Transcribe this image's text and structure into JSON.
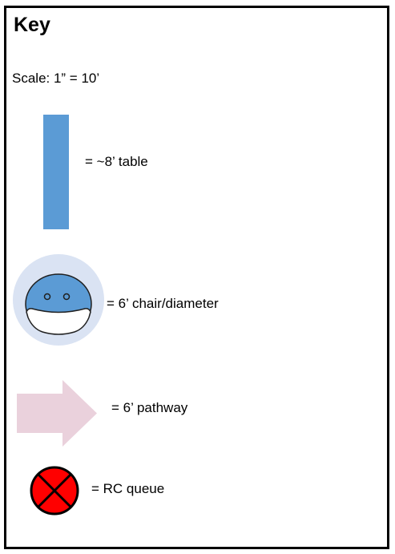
{
  "key": {
    "title": "Key",
    "scale": "Scale: 1” = 10’",
    "items": [
      {
        "symbol": "table-bar",
        "label": "=  ~8’ table",
        "color": "#5b9bd5"
      },
      {
        "symbol": "masked-face-chair",
        "label": "= 6’ chair/diameter",
        "colors": {
          "halo": "#dae3f3",
          "face": "#5b9bd5",
          "mask": "#ffffff"
        }
      },
      {
        "symbol": "arrow",
        "label": "= 6’ pathway",
        "color": "#ead1dc"
      },
      {
        "symbol": "red-x-circle",
        "label": "= RC queue",
        "colors": {
          "fill": "#ff0000",
          "mark": "#000000"
        }
      }
    ]
  }
}
